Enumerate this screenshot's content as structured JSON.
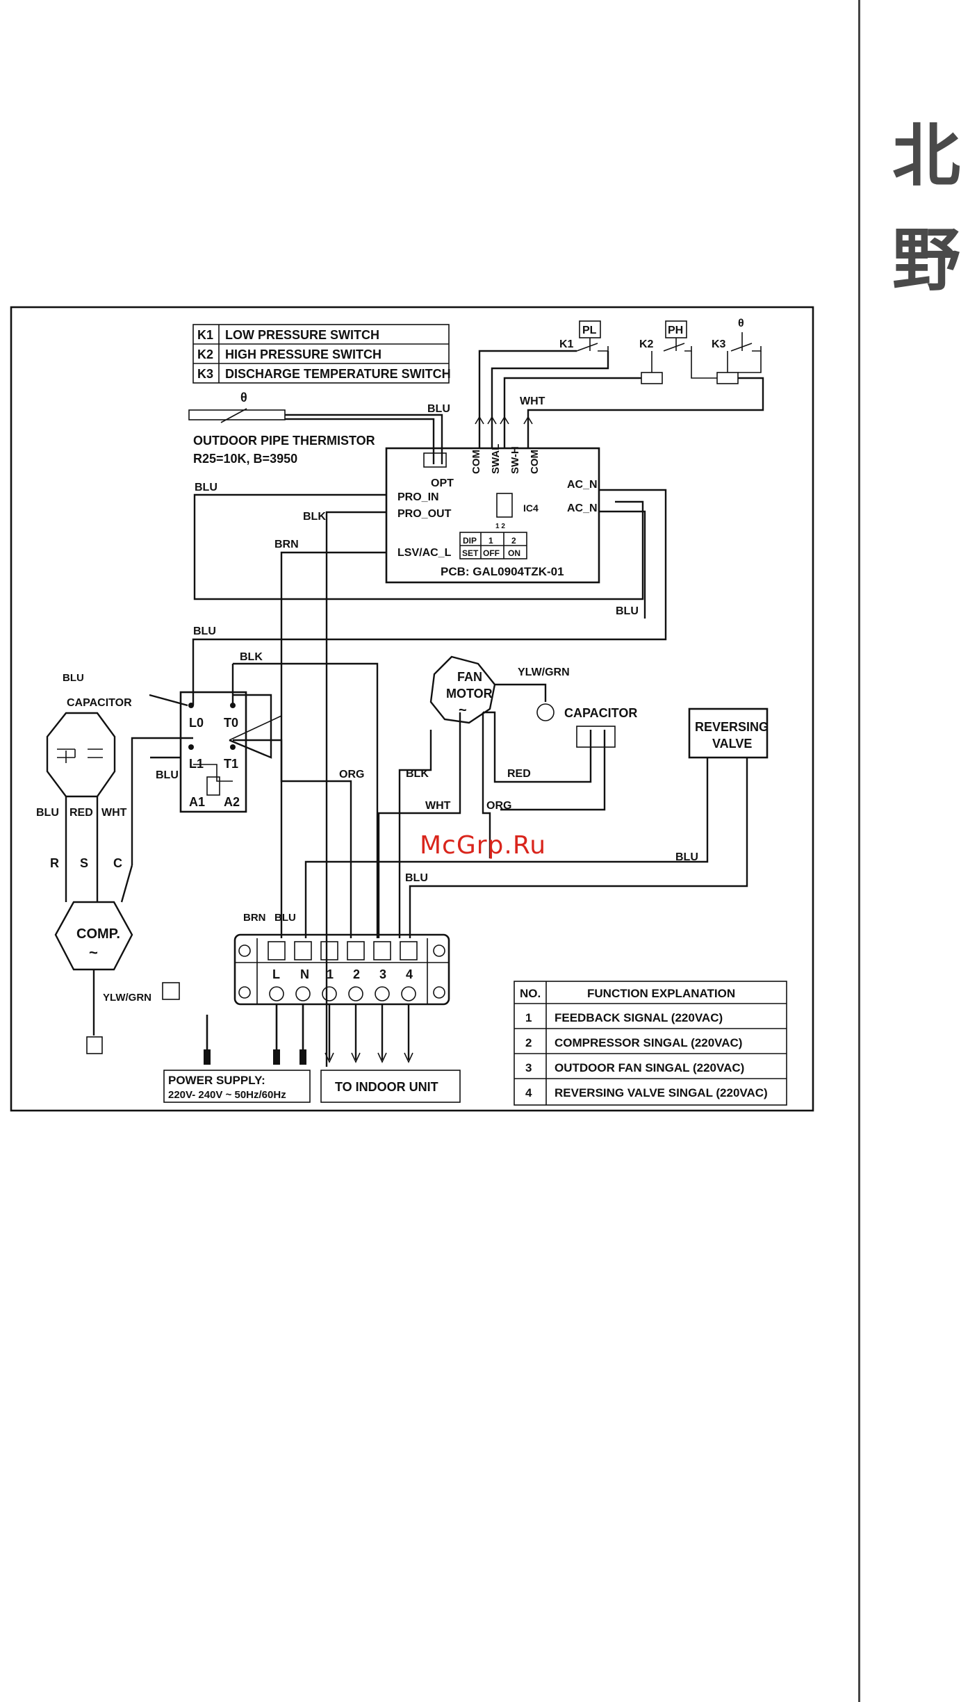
{
  "brand": {
    "char1": "北",
    "char2": "野"
  },
  "watermark": "McGrp.Ru",
  "switch_legend": [
    {
      "code": "K1",
      "desc": "LOW PRESSURE SWITCH"
    },
    {
      "code": "K2",
      "desc": "HIGH PRESSURE SWITCH"
    },
    {
      "code": "K3",
      "desc": "DISCHARGE TEMPERATURE SWITCH"
    }
  ],
  "thermistor": {
    "title": "OUTDOOR PIPE THERMISTOR",
    "spec": "R25=10K, B=3950",
    "theta": "θ"
  },
  "pcb": {
    "label": "PCB: GAL0904TZK-01",
    "pro_in": "PRO_IN",
    "pro_out": "PRO_OUT",
    "lsv": "LSV/AC_L",
    "ac_n1": "AC_N",
    "ac_n2": "AC_N",
    "opt": "OPT",
    "ic4": "IC4",
    "ic4_pins": "1 2",
    "pins": [
      "COM",
      "SWAL",
      "SW-H",
      "COM"
    ],
    "dip": {
      "h1": "DIP",
      "h2": "1",
      "h3": "2",
      "r1": "SET",
      "r2": "OFF",
      "r3": "ON"
    }
  },
  "switches": {
    "pl": "PL",
    "ph": "PH",
    "k1": "K1",
    "k2": "K2",
    "k3": "K3",
    "theta": "θ"
  },
  "contactor": {
    "l0": "L0",
    "t0": "T0",
    "l1": "L1",
    "t1": "T1",
    "a1": "A1",
    "a2": "A2"
  },
  "capacitor": {
    "label": "CAPACITOR",
    "fan_label": "CAPACITOR"
  },
  "fan_motor": {
    "l1": "FAN",
    "l2": "MOTOR",
    "sym": "~"
  },
  "compressor": {
    "l1": "COMP.",
    "sym": "~",
    "r": "R",
    "s": "S",
    "c": "C"
  },
  "reversing_valve": {
    "l1": "REVERSING",
    "l2": "VALVE"
  },
  "wires": {
    "blu": "BLU",
    "blk": "BLK",
    "brn": "BRN",
    "red": "RED",
    "wht": "WHT",
    "org": "ORG",
    "ylwgrn": "YLW/GRN"
  },
  "terminals": [
    "L",
    "N",
    "1",
    "2",
    "3",
    "4"
  ],
  "power_supply": {
    "l1": "POWER SUPPLY:",
    "l2": "220V- 240V ~ 50Hz/60Hz"
  },
  "to_indoor": "TO INDOOR UNIT",
  "function_table": {
    "header_no": "NO.",
    "header_fn": "FUNCTION EXPLANATION",
    "rows": [
      {
        "no": "1",
        "fn": "FEEDBACK SIGNAL (220VAC)"
      },
      {
        "no": "2",
        "fn": "COMPRESSOR SINGAL (220VAC)"
      },
      {
        "no": "3",
        "fn": "OUTDOOR FAN SINGAL (220VAC)"
      },
      {
        "no": "4",
        "fn": "REVERSING VALVE SINGAL (220VAC)"
      }
    ]
  }
}
